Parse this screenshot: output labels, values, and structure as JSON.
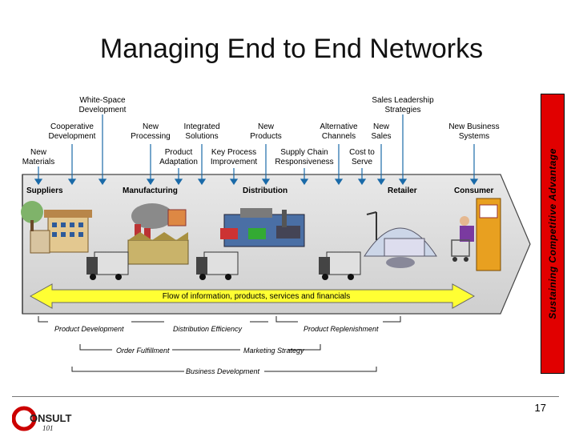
{
  "title": "Managing End to End Networks",
  "top_labels": {
    "white_space": "White-Space\nDevelopment",
    "sales_leadership": "Sales Leadership\nStrategies",
    "cooperative": "Cooperative\nDevelopment",
    "new_processing": "New\nProcessing",
    "integrated_solutions": "Integrated\nSolutions",
    "new_products": "New\nProducts",
    "alternative_channels": "Alternative\nChannels",
    "new_sales": "New\nSales",
    "new_business_systems": "New Business\nSystems",
    "new_materials": "New\nMaterials",
    "product_adaptation": "Product\nAdaptation",
    "key_process": "Key Process\nImprovement",
    "supply_chain": "Supply Chain\nResponsiveness",
    "cost_to_serve": "Cost to\nServe"
  },
  "stages": {
    "suppliers": "Suppliers",
    "manufacturing": "Manufacturing",
    "distribution": "Distribution",
    "retailer": "Retailer",
    "consumer": "Consumer"
  },
  "flow_text": "Flow of information, products, services and financials",
  "bottom": {
    "product_development": "Product Development",
    "distribution_efficiency": "Distribution Efficiency",
    "product_replenishment": "Product Replenishment",
    "order_fulfillment": "Order Fulfillment",
    "marketing_strategy": "Marketing Strategy",
    "business_development": "Business Development"
  },
  "sidebar_text": "Sustaining Competitive Advantage",
  "page_number": "17",
  "logo": {
    "text": "ONSULT",
    "sub": "101"
  },
  "colors": {
    "sidebar": "#e10000",
    "flow_arrow": "#ffff33",
    "band": "#d0d0d0",
    "accent": "#cc0000"
  }
}
